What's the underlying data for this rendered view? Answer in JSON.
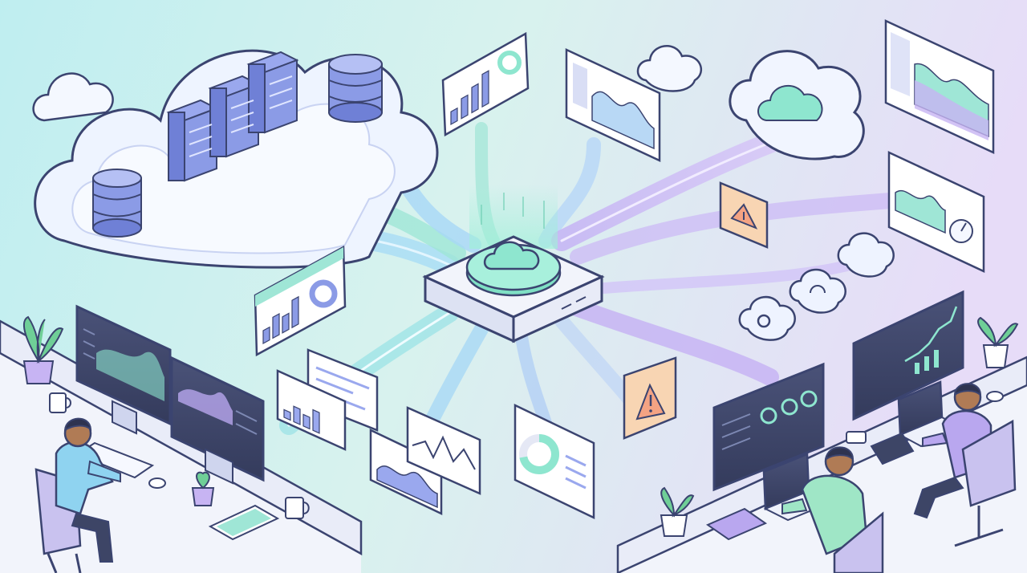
{
  "scene": {
    "description_free": true
  },
  "palette": {
    "bg_left": "#bfeef0",
    "bg_mid": "#d7f1ee",
    "bg_right": "#e6dcf8",
    "outline": "#3b4470",
    "cloud_fill": "#f3f7ff",
    "server": "#7d8fe0",
    "server_dark": "#5b6bc4",
    "mint": "#8ee6cf",
    "mint_dark": "#4cc9a7",
    "lavender": "#b8a6ee",
    "blue_flow": "#9fd2f5",
    "purple_flow": "#c7b4f3",
    "screen_dark": "#3d4566",
    "warning": "#f6c79e",
    "white": "#ffffff",
    "desk": "#eef1fb",
    "skin": "#b07b55",
    "hair": "#2e3350",
    "shirt_blue": "#8fd3f0",
    "shirt_green": "#9fe6c6",
    "shirt_purple": "#b9a7ef",
    "plant": "#6fcf97"
  },
  "icons": {
    "hub": "cloud-icon",
    "alert": "warning-icon",
    "sync": "sync-icon",
    "settings": "gear-icon"
  },
  "charts": {
    "hub_top_panel_bars": [
      0.35,
      0.55,
      0.7,
      0.9
    ],
    "left_panel_bars": [
      0.4,
      0.65,
      0.5,
      0.85
    ],
    "small_panel_bars": [
      0.3,
      0.6,
      0.45,
      0.8
    ],
    "donut_share": 0.72
  }
}
